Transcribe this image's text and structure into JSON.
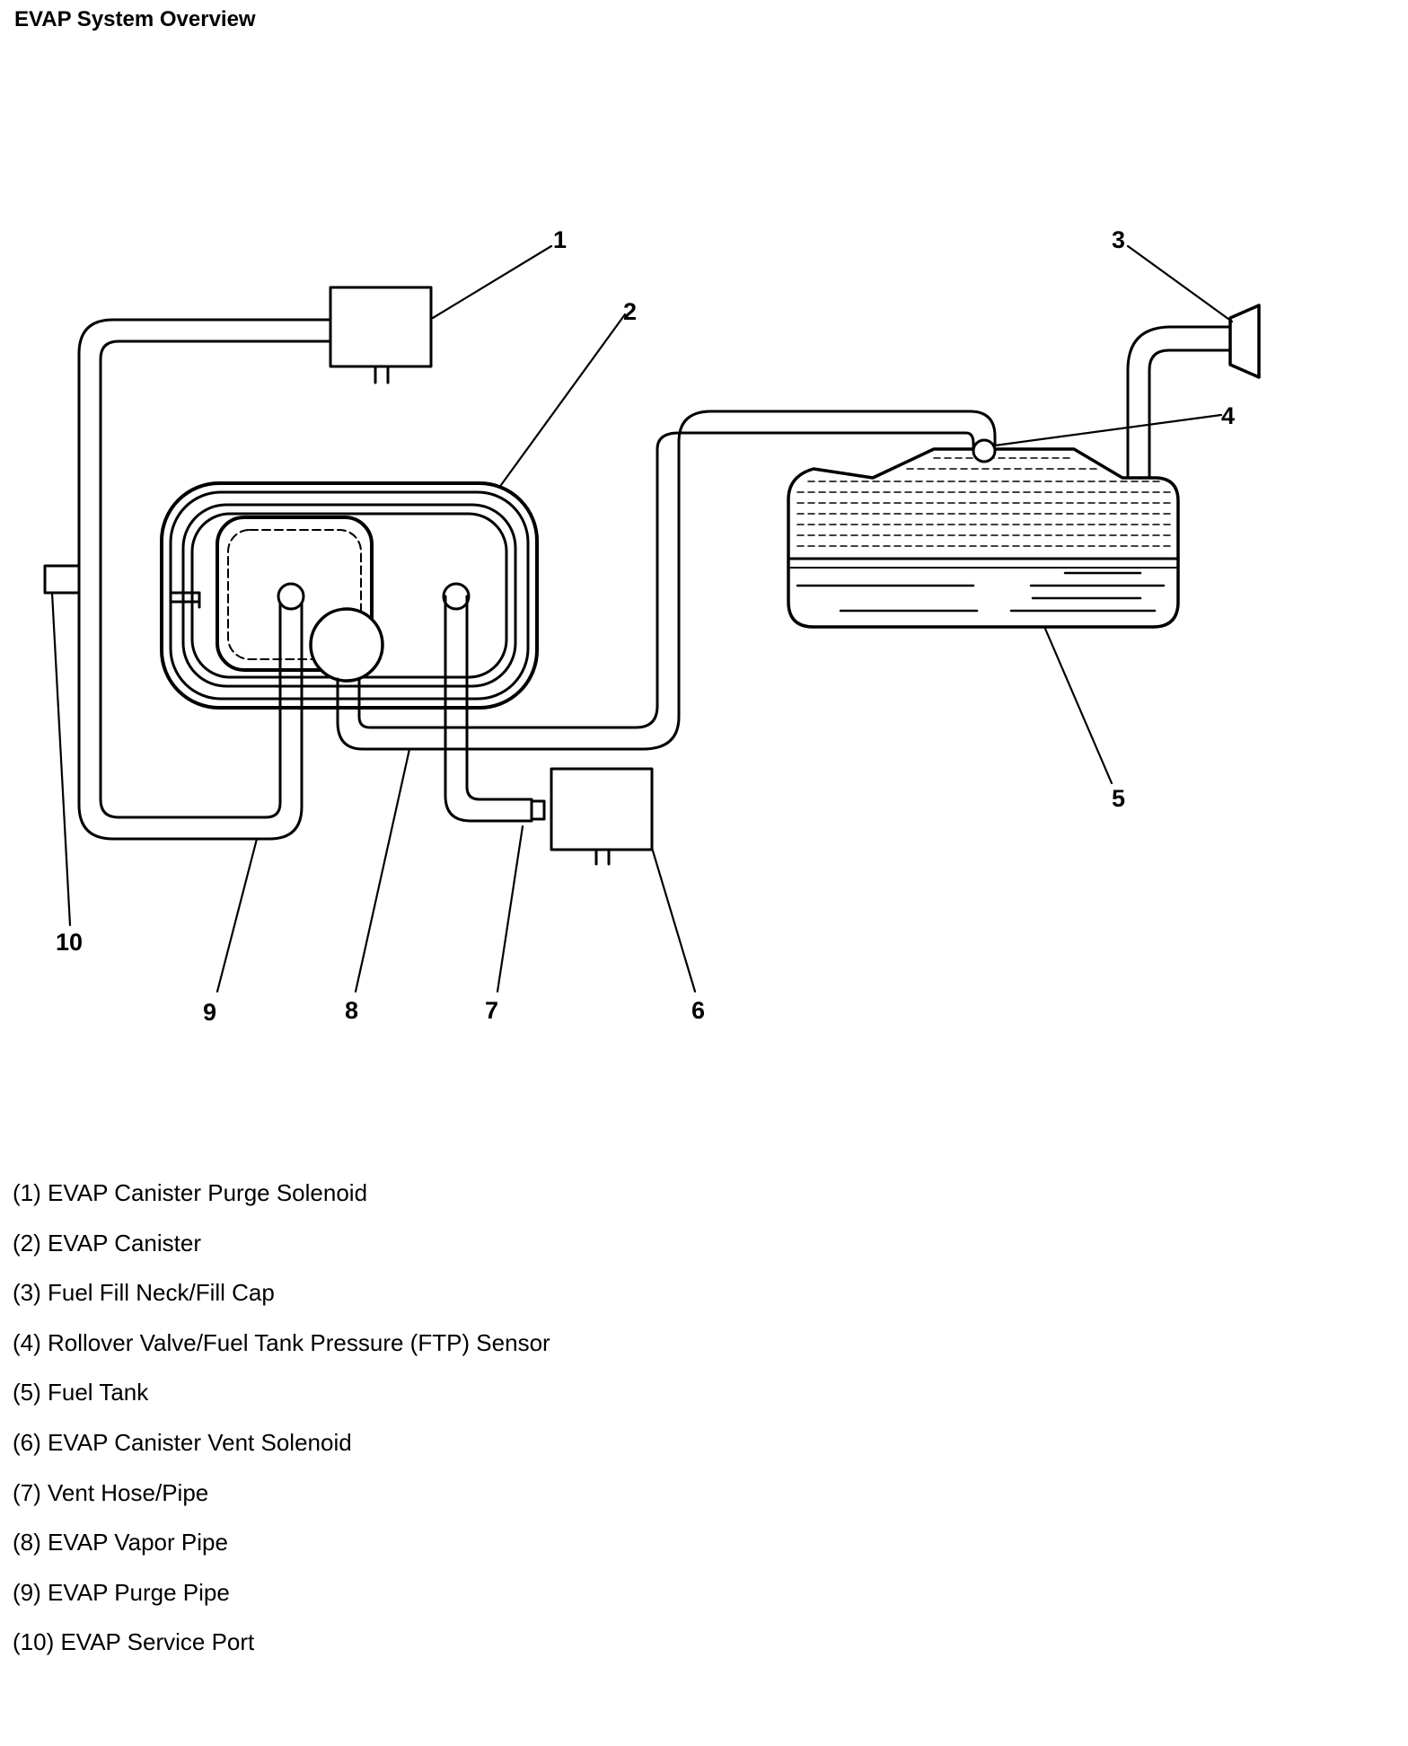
{
  "title": "EVAP System Overview",
  "callouts": [
    "1",
    "2",
    "3",
    "4",
    "5",
    "6",
    "7",
    "8",
    "9",
    "10"
  ],
  "legend": [
    "(1) EVAP Canister Purge Solenoid",
    "(2) EVAP Canister",
    "(3) Fuel Fill Neck/Fill Cap",
    "(4) Rollover Valve/Fuel Tank Pressure (FTP) Sensor",
    "(5) Fuel Tank",
    "(6) EVAP Canister Vent Solenoid",
    "(7) Vent Hose/Pipe",
    "(8) EVAP Vapor Pipe",
    "(9) EVAP Purge Pipe",
    "(10) EVAP Service Port"
  ]
}
